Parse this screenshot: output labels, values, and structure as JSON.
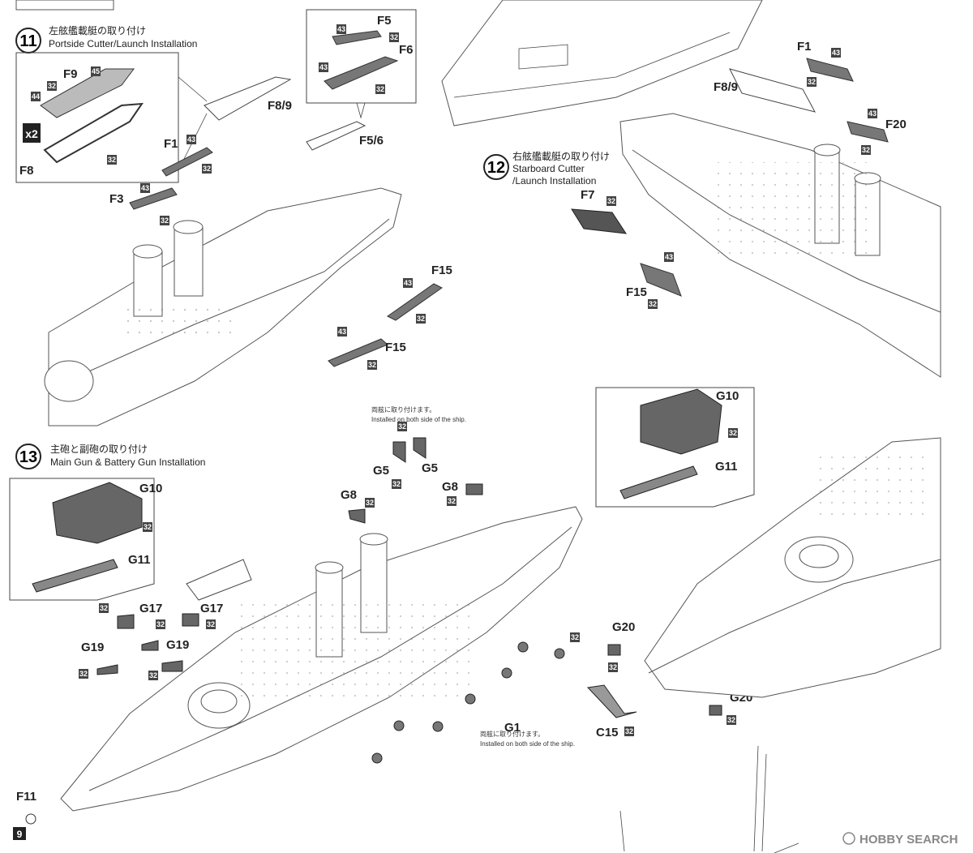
{
  "page_number": "9",
  "watermark": {
    "brand": "HOBBY SEARCH"
  },
  "steps": {
    "s11": {
      "number": "11",
      "title_jp": "左舷艦載艇の取り付け",
      "title_en": "Portside Cutter/Launch Installation"
    },
    "s12": {
      "number": "12",
      "title_jp": "右舷艦載艇の取り付け",
      "title_en_1": "Starboard Cutter",
      "title_en_2": "/Launch Installation"
    },
    "s13": {
      "number": "13",
      "title_jp": "主砲と副砲の取り付け",
      "title_en": "Main Gun & Battery Gun Installation"
    }
  },
  "notes": {
    "both_sides_jp": "両舷に取り付けます。",
    "both_sides_en": "Installed on both side of the ship."
  },
  "multiplier": "x2",
  "labels": {
    "F1": "F1",
    "F3": "F3",
    "F5": "F5",
    "F6": "F6",
    "F5_6": "F5/6",
    "F7": "F7",
    "F8": "F8",
    "F8_9": "F8/9",
    "F9": "F9",
    "F11": "F11",
    "F15": "F15",
    "F20": "F20",
    "G1": "G1",
    "G5": "G5",
    "G8": "G8",
    "G10": "G10",
    "G11": "G11",
    "G17": "G17",
    "G19": "G19",
    "G20": "G20",
    "C15": "C15"
  },
  "colors": {
    "c32": "32",
    "c43": "43",
    "c44": "44",
    "c45": "45"
  }
}
